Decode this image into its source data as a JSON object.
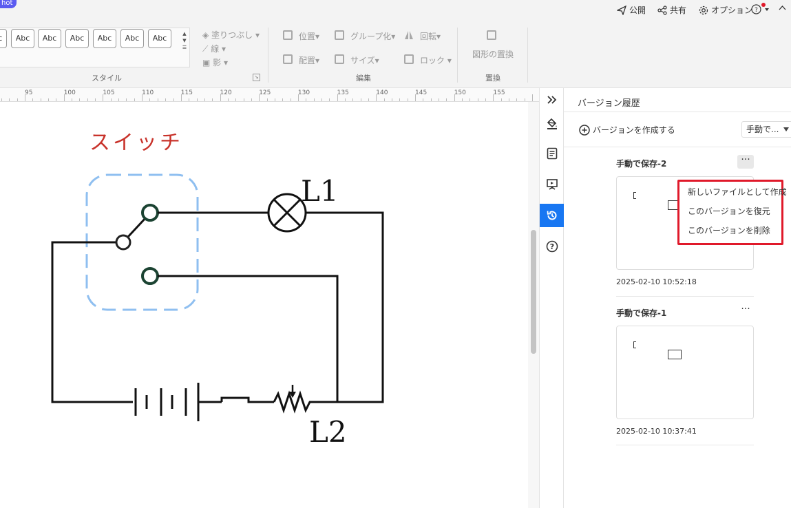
{
  "topbar": {
    "badge": "hot",
    "publish": "公開",
    "share": "共有",
    "options": "オプション",
    "help": "?"
  },
  "ribbon": {
    "abc_label": "Abc",
    "fill": "塗りつぶし",
    "line": "線",
    "shadow": "影",
    "style_group": "スタイル",
    "position": "位置",
    "align": "配置",
    "group": "グループ化",
    "size": "サイズ",
    "rotate": "回転",
    "lock": "ロック",
    "edit_group": "編集",
    "replace_shape": "図形の置換",
    "replace_group": "置換"
  },
  "ruler": {
    "labels": [
      "95",
      "100",
      "105",
      "110",
      "115",
      "120",
      "125",
      "130",
      "135",
      "140",
      "145",
      "150",
      "155"
    ]
  },
  "canvas": {
    "title": "スイッチ",
    "l1": "L1",
    "l2": "L2"
  },
  "panel": {
    "title": "バージョン履歴",
    "create": "バージョンを作成する",
    "filter": "手動で...",
    "versions": [
      {
        "name": "手動で保存-2",
        "date": "2025-02-10 10:52:18"
      },
      {
        "name": "手動で保存-1",
        "date": "2025-02-10 10:37:41"
      }
    ],
    "more": "···"
  },
  "menu": {
    "items": [
      "新しいファイルとして作成",
      "このバージョンを復元",
      "このバージョンを削除"
    ]
  },
  "colors": {
    "accent": "#1877f2",
    "highlight": "#e0192a",
    "title_red": "#c8322a",
    "node_green": "#1b4332",
    "dash_blue": "#8fbff0"
  }
}
